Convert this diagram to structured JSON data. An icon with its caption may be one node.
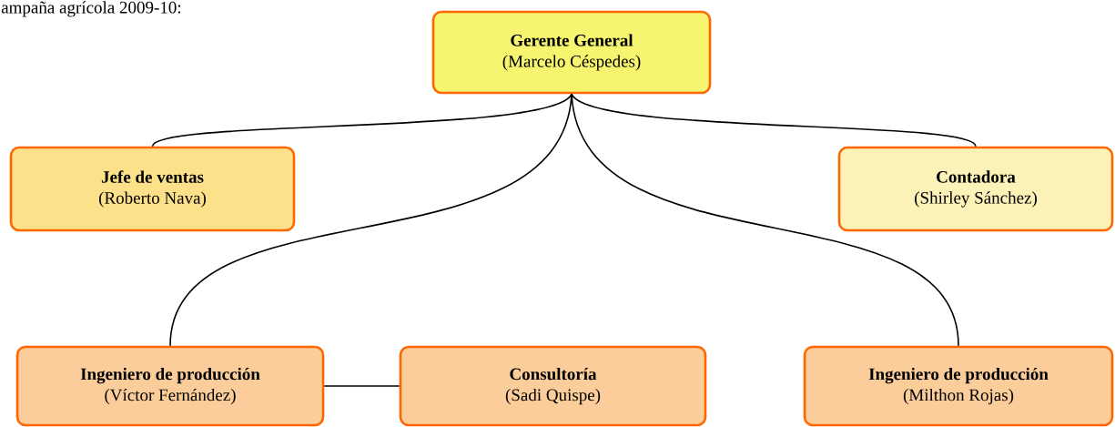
{
  "diagram": {
    "nodes": [
      {
        "text": [
          "Gerente General",
          "(Marcelo Céspedes)"
        ]
      },
      {
        "text": [
          "Jefe de ventas",
          "(Roberto Nava)"
        ]
      },
      {
        "text": [
          "Contadora",
          "(Shirley Sánchez)"
        ]
      },
      {
        "text": [
          "Ingeniero de producción",
          "(Víctor Fernández)"
        ]
      },
      {
        "text": [
          "Consultoría",
          "(Sadi Quispe)"
        ]
      },
      {
        "text": [
          "Ingeniero de producción",
          "(Milthon Rojas)"
        ]
      }
    ],
    "edges": [
      {
        "from": 0,
        "to": 1,
        "arrow": "none"
      },
      {
        "from": 0,
        "to": 2,
        "arrow": "none"
      },
      {
        "from": 0,
        "to": 3,
        "arrow": "none"
      },
      {
        "from": 0,
        "to": 5,
        "arrow": "none"
      },
      {
        "from": 3,
        "to": 4,
        "arrow": "none"
      }
    ],
    "labels": [
      "ampaña agrícola 2009-10:"
    ]
  }
}
